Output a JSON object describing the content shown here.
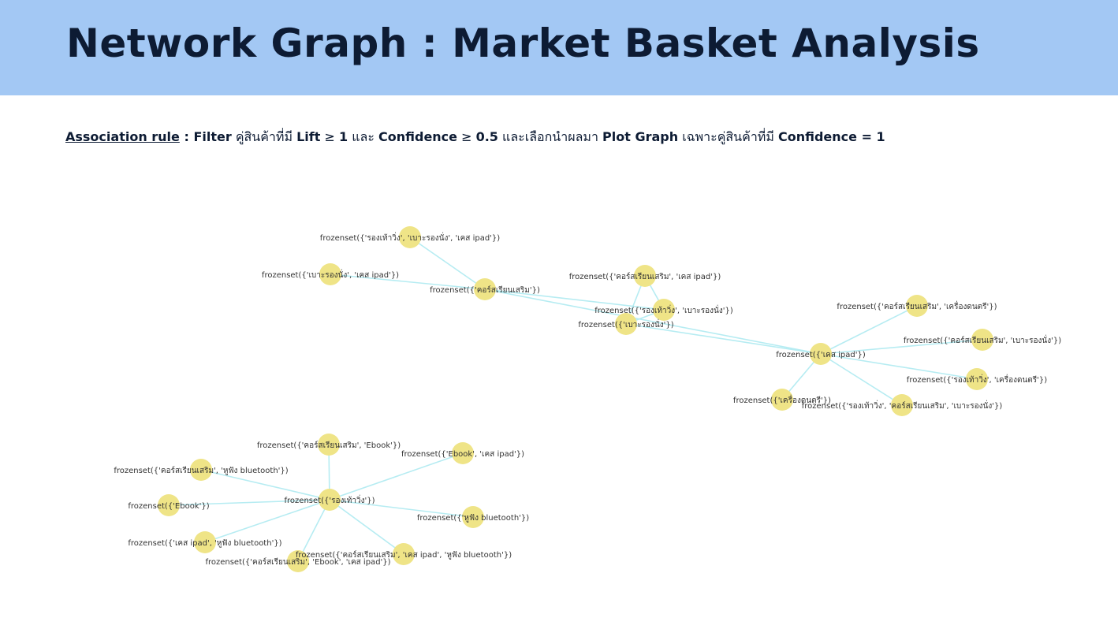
{
  "header": {
    "title": "Network Graph : Market Basket Analysis",
    "band_color": "#a3c8f4",
    "title_color": "#0d1b33"
  },
  "rule": {
    "term": "Association rule",
    "sep": " : ",
    "filter": "Filter",
    "t1": " คู่สินค้าที่มี ",
    "lift": "Lift",
    "t2": " ≥ ",
    "lift_value": "1",
    "t3": " และ ",
    "confidence": "Confidence",
    "t4": " ≥ ",
    "confidence_value": "0.5",
    "t5": " และเลือกนำผลมา ",
    "plot_graph": "Plot Graph",
    "t6": " เฉพาะคู่สินค้าที่มี ",
    "confidence_final": "Confidence = 1"
  },
  "graph": {
    "node_color": "#efe487",
    "edge_color": "#b6ecf2",
    "nodes": [
      {
        "id": "n1",
        "label": "frozenset({'รองเท้าวิ่ง', 'เบาะรองนั่ง', 'เคส ipad'})"
      },
      {
        "id": "n2",
        "label": "frozenset({'เบาะรองนั่ง', 'เคส ipad'})"
      },
      {
        "id": "n3",
        "label": "frozenset({'คอร์สเรียนเสริม'})"
      },
      {
        "id": "n4",
        "label": "frozenset({'คอร์สเรียนเสริม', 'เคส ipad'})"
      },
      {
        "id": "n5",
        "label": "frozenset({'รองเท้าวิ่ง', 'เบาะรองนั่ง'})"
      },
      {
        "id": "n6",
        "label": "frozenset({'เบาะรองนั่ง'})"
      },
      {
        "id": "n7",
        "label": "frozenset({'คอร์สเรียนเสริม', 'เครื่องดนตรี'})"
      },
      {
        "id": "n8",
        "label": "frozenset({'คอร์สเรียนเสริม', 'เบาะรองนั่ง'})"
      },
      {
        "id": "n9",
        "label": "frozenset({'เคส ipad'})"
      },
      {
        "id": "n10",
        "label": "frozenset({'รองเท้าวิ่ง', 'เครื่องดนตรี'})"
      },
      {
        "id": "n11",
        "label": "frozenset({'เครื่องดนตรี'})"
      },
      {
        "id": "n12",
        "label": "frozenset({'รองเท้าวิ่ง', 'คอร์สเรียนเสริม', 'เบาะรองนั่ง'})"
      },
      {
        "id": "m1",
        "label": "frozenset({'คอร์สเรียนเสริม', 'Ebook'})"
      },
      {
        "id": "m2",
        "label": "frozenset({'Ebook', 'เคส ipad'})"
      },
      {
        "id": "m3",
        "label": "frozenset({'คอร์สเรียนเสริม', 'หูฟัง bluetooth'})"
      },
      {
        "id": "m4",
        "label": "frozenset({'Ebook'})"
      },
      {
        "id": "m5",
        "label": "frozenset({'รองเท้าวิ่ง'})"
      },
      {
        "id": "m6",
        "label": "frozenset({'หูฟัง bluetooth'})"
      },
      {
        "id": "m7",
        "label": "frozenset({'เคส ipad', 'หูฟัง bluetooth'})"
      },
      {
        "id": "m8",
        "label": "frozenset({'คอร์สเรียนเสริม', 'เคส ipad', 'หูฟัง bluetooth'})"
      },
      {
        "id": "m9",
        "label": "frozenset({'คอร์สเรียนเสริม', 'Ebook', 'เคส ipad'})"
      }
    ],
    "edges": [
      [
        "n1",
        "n3"
      ],
      [
        "n2",
        "n3"
      ],
      [
        "n3",
        "n5"
      ],
      [
        "n3",
        "n9"
      ],
      [
        "n4",
        "n5"
      ],
      [
        "n4",
        "n6"
      ],
      [
        "n5",
        "n6"
      ],
      [
        "n6",
        "n9"
      ],
      [
        "n9",
        "n7"
      ],
      [
        "n9",
        "n8"
      ],
      [
        "n9",
        "n10"
      ],
      [
        "n9",
        "n11"
      ],
      [
        "n9",
        "n12"
      ],
      [
        "m5",
        "m1"
      ],
      [
        "m5",
        "m2"
      ],
      [
        "m5",
        "m3"
      ],
      [
        "m5",
        "m4"
      ],
      [
        "m5",
        "m6"
      ],
      [
        "m5",
        "m7"
      ],
      [
        "m5",
        "m8"
      ],
      [
        "m5",
        "m9"
      ]
    ]
  }
}
